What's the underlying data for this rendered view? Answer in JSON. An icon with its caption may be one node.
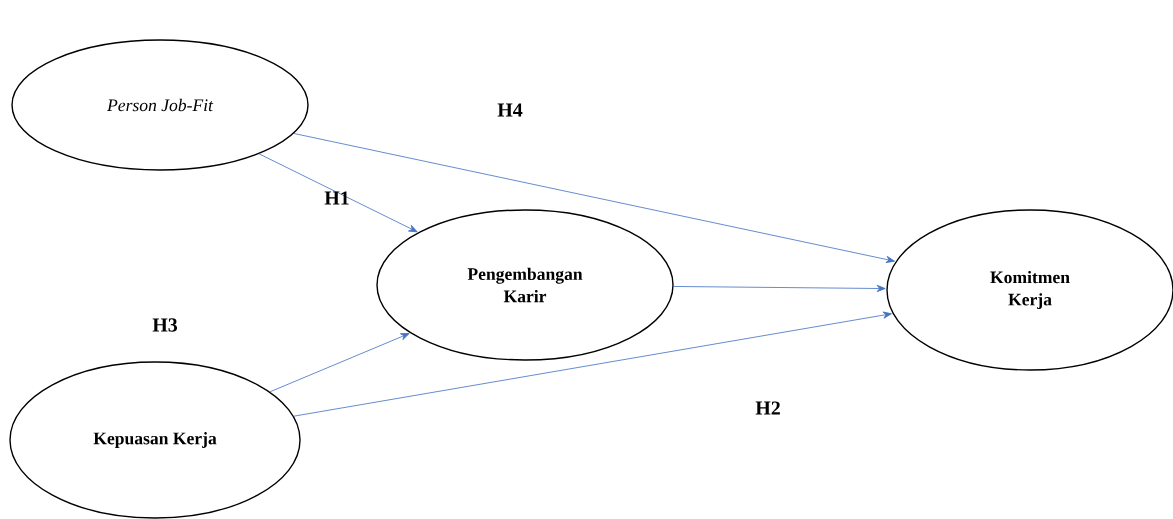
{
  "diagram": {
    "nodes": [
      {
        "text": [
          "Person Job-Fit"
        ]
      },
      {
        "text": [
          "Pengembangan Karir"
        ]
      },
      {
        "text": [
          "Komitmen Kerja"
        ]
      },
      {
        "text": [
          "Kepuasan Kerja"
        ]
      }
    ],
    "edges": [
      {
        "from": 0,
        "to": 1,
        "arrow": "to"
      },
      {
        "from": 0,
        "to": 2,
        "arrow": "to"
      },
      {
        "from": 1,
        "to": 2,
        "arrow": "to"
      },
      {
        "from": 3,
        "to": 1,
        "arrow": "to"
      },
      {
        "from": 3,
        "to": 2,
        "arrow": "to"
      }
    ],
    "labels": [
      "H4",
      "H1",
      "H3",
      "H2"
    ]
  }
}
